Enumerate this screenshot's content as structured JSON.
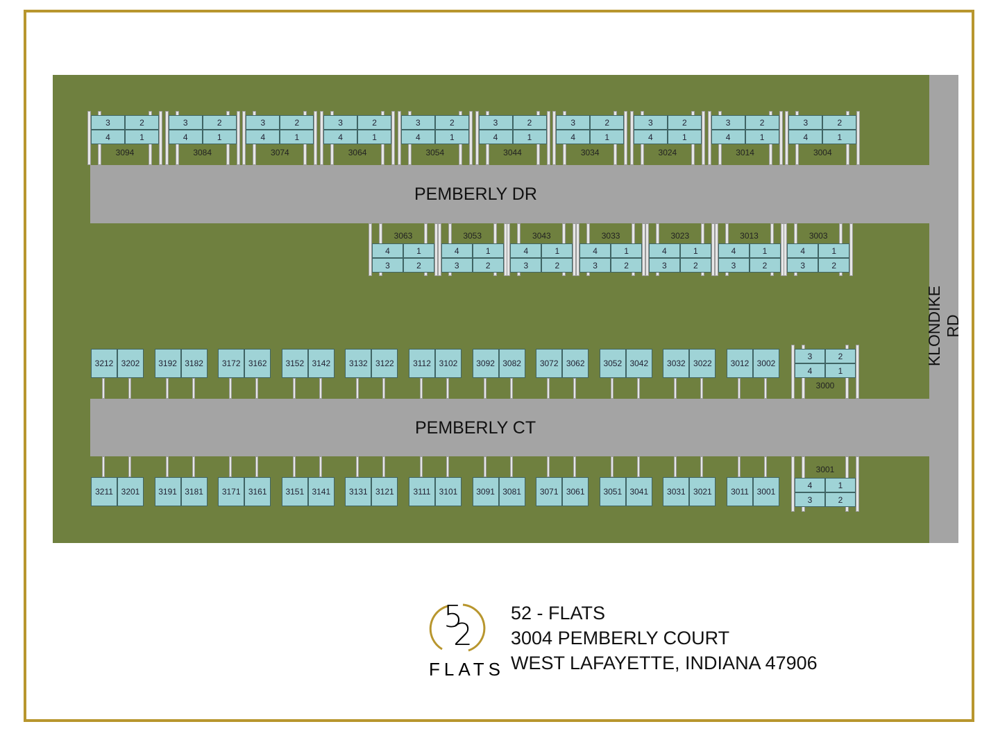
{
  "roads": {
    "top": "PEMBERLY DR",
    "bottom": "PEMBERLY CT",
    "side": "KLONDIKE RD"
  },
  "row1": {
    "buildings": [
      "3094",
      "3084",
      "3074",
      "3064",
      "3054",
      "3044",
      "3034",
      "3024",
      "3014",
      "3004"
    ],
    "units_top": [
      "3",
      "2"
    ],
    "units_bottom": [
      "4",
      "1"
    ]
  },
  "row2": {
    "buildings": [
      "3063",
      "3053",
      "3043",
      "3033",
      "3023",
      "3013",
      "3003"
    ],
    "units_top": [
      "4",
      "1"
    ],
    "units_bottom": [
      "3",
      "2"
    ]
  },
  "row3": {
    "duplexes": [
      [
        "3212",
        "3202"
      ],
      [
        "3192",
        "3182"
      ],
      [
        "3172",
        "3162"
      ],
      [
        "3152",
        "3142"
      ],
      [
        "3132",
        "3122"
      ],
      [
        "3112",
        "3102"
      ],
      [
        "3092",
        "3082"
      ],
      [
        "3072",
        "3062"
      ],
      [
        "3052",
        "3042"
      ],
      [
        "3032",
        "3022"
      ],
      [
        "3012",
        "3002"
      ]
    ],
    "quad": {
      "label": "3000",
      "units_top": [
        "3",
        "2"
      ],
      "units_bottom": [
        "4",
        "1"
      ]
    }
  },
  "row4": {
    "duplexes": [
      [
        "3211",
        "3201"
      ],
      [
        "3191",
        "3181"
      ],
      [
        "3171",
        "3161"
      ],
      [
        "3151",
        "3141"
      ],
      [
        "3131",
        "3121"
      ],
      [
        "3111",
        "3101"
      ],
      [
        "3091",
        "3081"
      ],
      [
        "3071",
        "3061"
      ],
      [
        "3051",
        "3041"
      ],
      [
        "3031",
        "3021"
      ],
      [
        "3011",
        "3001"
      ]
    ],
    "quad": {
      "label": "3001",
      "units_top": [
        "4",
        "1"
      ],
      "units_bottom": [
        "3",
        "2"
      ]
    }
  },
  "logo": {
    "number_a": "5",
    "number_b": "2",
    "word": "FLATS"
  },
  "address": {
    "name": "52 - FLATS",
    "street": "3004 PEMBERLY COURT",
    "city": "WEST LAFAYETTE, INDIANA 47906"
  },
  "colors": {
    "gold": "#b8962e",
    "grass": "#6f803f",
    "road": "#a4a4a4",
    "unit": "#9fd3d6"
  }
}
